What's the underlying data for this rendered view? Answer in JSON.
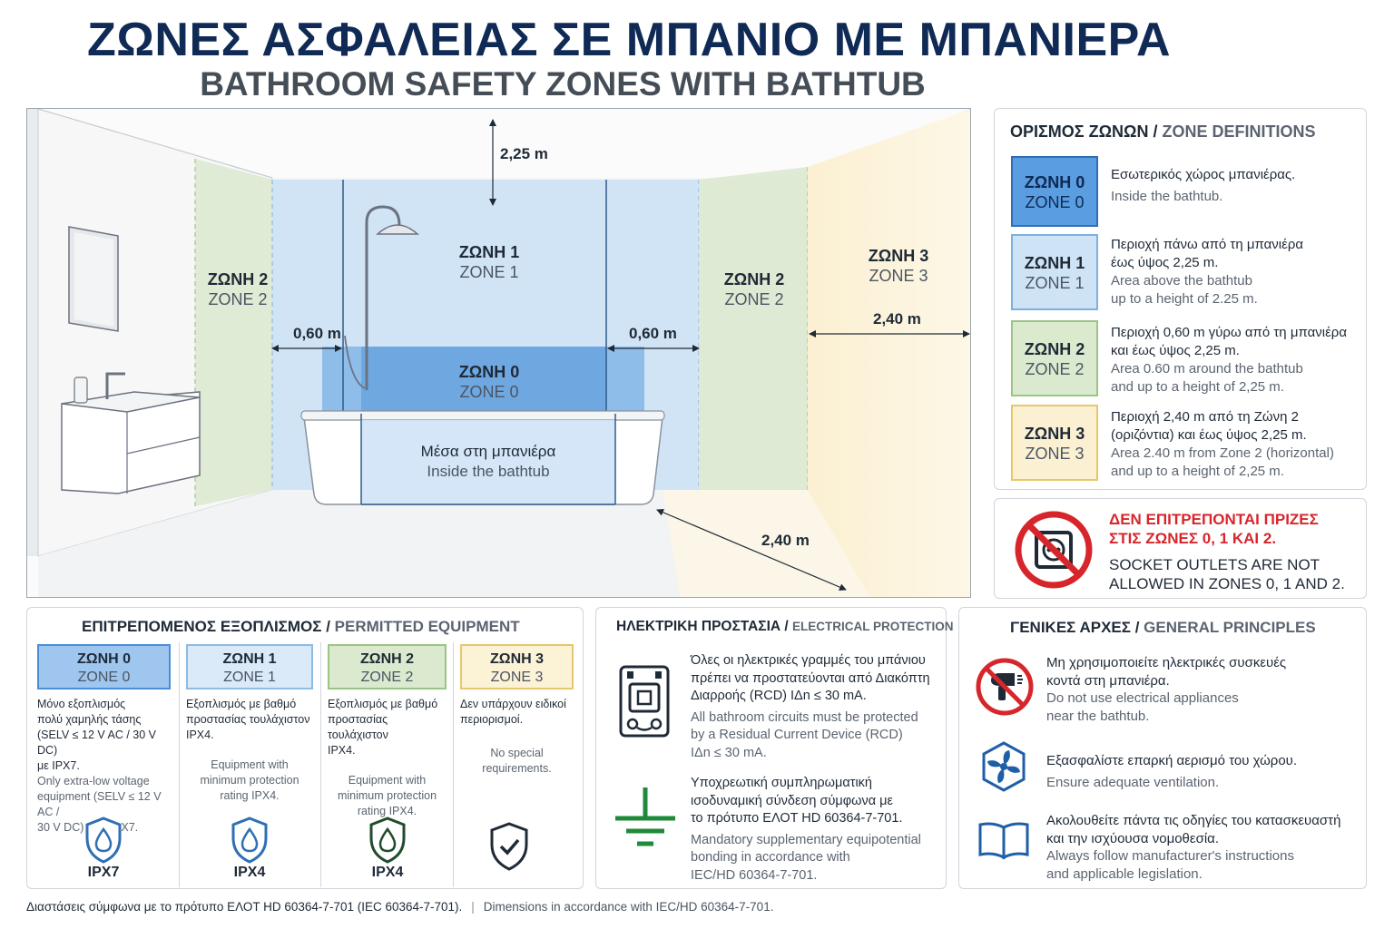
{
  "title": "ΖΩΝΕΣ ΑΣΦΑΛΕΙΑΣ ΣΕ ΜΠΑΝΙΟ ΜΕ ΜΠΑΝΙΕΡΑ",
  "subtitle": "BATHROOM SAFETY ZONES WITH BATHTUB",
  "colors": {
    "zone0": "#5a9de0",
    "zone1": "#cfe3f6",
    "zone2": "#dbe9cf",
    "zone3": "#fbf0d2",
    "navy": "#0e2a55",
    "warning": "#d7262b",
    "earth": "#1f8a3a"
  },
  "diagram": {
    "zone1": {
      "gr": "ΖΩΝΗ 1",
      "en": "ZONE 1"
    },
    "zone0": {
      "gr": "ΖΩΝΗ 0",
      "en": "ZONE 0"
    },
    "zone2_left": {
      "gr": "ΖΩΝΗ 2",
      "en": "ZONE 2"
    },
    "zone2_right": {
      "gr": "ΖΩΝΗ 2",
      "en": "ZONE 2"
    },
    "zone3": {
      "gr": "ΖΩΝΗ 3",
      "en": "ZONE 3"
    },
    "tub": {
      "gr": "Μέσα στη μπανιέρα",
      "en": "Inside the bathtub"
    },
    "dims": {
      "height": "2,25 m",
      "left": "0,60 m",
      "right": "0,60 m",
      "zone3_width": "2,40 m",
      "floor": "2,40 m"
    }
  },
  "definitions": {
    "title_gr": "ΟΡΙΣΜΟΣ ΖΩΝΩΝ",
    "title_en": "ZONE DEFINITIONS",
    "zones": [
      {
        "gr": "ΖΩΝΗ 0",
        "en": "ZONE 0",
        "desc_gr": [
          "Εσωτερικός χώρος μπανιέρας."
        ],
        "desc_en": [
          "Inside the bathtub."
        ]
      },
      {
        "gr": "ΖΩΝΗ 1",
        "en": "ZONE 1",
        "desc_gr": [
          "Περιοχή πάνω από τη μπανιέρα",
          "έως ύψος 2,25 m."
        ],
        "desc_en": [
          "Area above the bathtub",
          "up to a height of 2.25 m."
        ]
      },
      {
        "gr": "ΖΩΝΗ 2",
        "en": "ZONE 2",
        "desc_gr": [
          "Περιοχή 0,60 m γύρω από τη μπανιέρα",
          "και έως ύψος 2,25 m."
        ],
        "desc_en": [
          "Area 0.60 m around the bathtub",
          "and up to a height of 2,25 m."
        ]
      },
      {
        "gr": "ΖΩΝΗ 3",
        "en": "ZONE 3",
        "desc_gr": [
          "Περιοχή 2,40 m από τη Ζώνη 2",
          "(οριζόντια) και έως ύψος 2,25 m."
        ],
        "desc_en": [
          "Area 2.40 m from Zone 2 (horizontal)",
          "and up to a height of 2,25 m."
        ]
      }
    ]
  },
  "warning": {
    "gr": [
      "ΔΕΝ ΕΠΙΤΡΕΠΟΝΤΑΙ ΠΡΙΖΕΣ",
      "ΣΤΙΣ ΖΩΝΕΣ 0, 1 ΚΑΙ 2."
    ],
    "en": [
      "SOCKET OUTLETS ARE NOT",
      "ALLOWED IN ZONES 0, 1 AND 2."
    ]
  },
  "equipment": {
    "title_gr": "ΕΠΙΤΡΕΠΟΜΕΝΟΣ ΕΞΟΠΛΙΣΜΟΣ",
    "title_en": "PERMITTED EQUIPMENT",
    "cols": [
      {
        "gr": "ΖΩΝΗ 0",
        "en": "ZONE 0",
        "text_gr": [
          "Μόνο εξοπλισμός",
          "πολύ χαμηλής τάσης",
          "(SELV ≤ 12 V AC / 30 V DC)",
          "με IPX7."
        ],
        "text_en": [
          "Only extra-low voltage",
          "equipment (SELV ≤ 12 V AC /",
          "30 V DC) with IPX7."
        ],
        "rating": "IPX7"
      },
      {
        "gr": "ΖΩΝΗ 1",
        "en": "ZONE 1",
        "text_gr": [
          "Εξοπλισμός με βαθμό",
          "προστασίας τουλάχιστον",
          "IPX4."
        ],
        "text_en": [
          "Equipment with",
          "minimum protection",
          "rating IPX4."
        ],
        "rating": "IPX4"
      },
      {
        "gr": "ΖΩΝΗ 2",
        "en": "ZONE 2",
        "text_gr": [
          "Εξοπλισμός με βαθμό",
          "προστασίας τουλάχιστον",
          "IPX4."
        ],
        "text_en": [
          "Equipment with",
          "minimum protection",
          "rating IPX4."
        ],
        "rating": "IPX4"
      },
      {
        "gr": "ΖΩΝΗ 3",
        "en": "ZONE 3",
        "text_gr": [
          "Δεν υπάρχουν ειδικοί",
          "περιορισμοί."
        ],
        "text_en": [
          "No special",
          "requirements."
        ],
        "rating": ""
      }
    ]
  },
  "electrical": {
    "title_gr": "ΗΛΕΚΤΡΙΚΗ ΠΡΟΣΤΑΣΙΑ",
    "title_en": "ELECTRICAL PROTECTION",
    "rcd_gr": [
      "Όλες οι ηλεκτρικές γραμμές του μπάνιου",
      "πρέπει να προστατεύονται από Διακόπτη",
      "Διαρροής (RCD) IΔn ≤ 30 mA."
    ],
    "rcd_en": [
      "All bathroom circuits must be protected",
      "by a Residual Current Device (RCD)",
      "IΔn ≤ 30 mA."
    ],
    "bond_gr": [
      "Υποχρεωτική συμπληρωματική",
      "ισοδυναμική σύνδεση σύμφωνα με",
      "το πρότυπο ΕΛΟΤ HD 60364-7-701."
    ],
    "bond_en": [
      "Mandatory supplementary equipotential",
      "bonding in accordance with",
      "IEC/HD 60364-7-701."
    ]
  },
  "principles": {
    "title_gr": "ΓΕΝΙΚΕΣ ΑΡΧΕΣ",
    "title_en": "GENERAL PRINCIPLES",
    "items": [
      {
        "icon": "no-hairdryer-icon",
        "gr": [
          "Μη χρησιμοποιείτε ηλεκτρικές συσκευές",
          "κοντά στη μπανιέρα."
        ],
        "en": [
          "Do not use electrical appliances",
          "near the bathtub."
        ]
      },
      {
        "icon": "fan-icon",
        "gr": [
          "Εξασφαλίστε επαρκή αερισμό του χώρου."
        ],
        "en": [
          "Ensure adequate ventilation."
        ]
      },
      {
        "icon": "book-icon",
        "gr": [
          "Ακολουθείτε πάντα τις οδηγίες του κατασκευαστή",
          "και την ισχύουσα νομοθεσία."
        ],
        "en": [
          "Always follow manufacturer's instructions",
          "and applicable legislation."
        ]
      }
    ]
  },
  "footer": {
    "gr": "Διαστάσεις σύμφωνα με το πρότυπο ΕΛΟΤ HD 60364-7-701 (IEC 60364-7-701).",
    "sep": "|",
    "en": "Dimensions in accordance with IEC/HD 60364-7-701."
  }
}
